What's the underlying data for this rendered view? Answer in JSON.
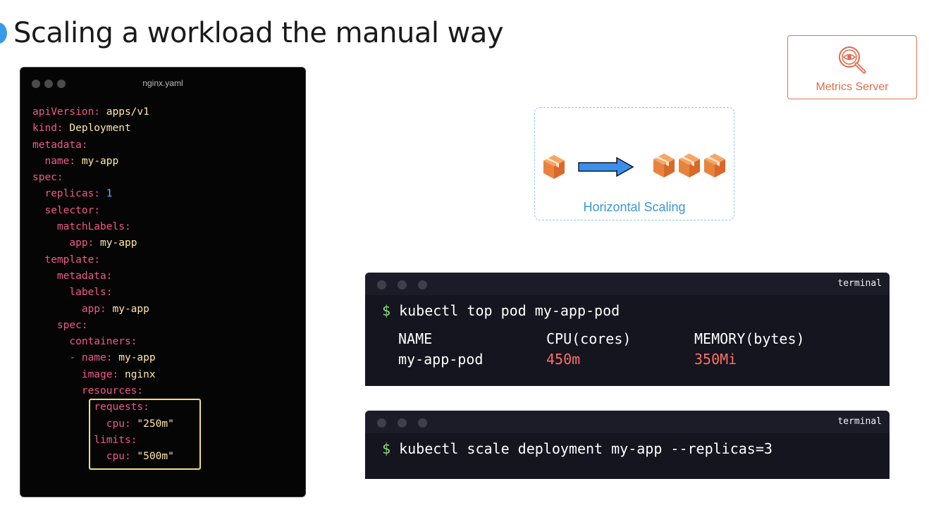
{
  "page": {
    "title": "Scaling a workload the manual way"
  },
  "editor": {
    "filename": "nginx.yaml",
    "lines": [
      {
        "indent": "",
        "key": "apiVersion:",
        "value": " apps/v1",
        "value_type": "string"
      },
      {
        "indent": "",
        "key": "kind:",
        "value": " Deployment",
        "value_type": "string"
      },
      {
        "indent": "",
        "key": "metadata:",
        "value": "",
        "value_type": "string"
      },
      {
        "indent": "  ",
        "key": "name:",
        "value": " my-app",
        "value_type": "string"
      },
      {
        "indent": "",
        "key": "spec:",
        "value": "",
        "value_type": "string"
      },
      {
        "indent": "  ",
        "key": "replicas:",
        "value": " 1",
        "value_type": "number"
      },
      {
        "indent": "  ",
        "key": "selector:",
        "value": "",
        "value_type": "string"
      },
      {
        "indent": "    ",
        "key": "matchLabels:",
        "value": "",
        "value_type": "string"
      },
      {
        "indent": "      ",
        "key": "app:",
        "value": " my-app",
        "value_type": "string"
      },
      {
        "indent": "  ",
        "key": "template:",
        "value": "",
        "value_type": "string"
      },
      {
        "indent": "    ",
        "key": "metadata:",
        "value": "",
        "value_type": "string"
      },
      {
        "indent": "      ",
        "key": "labels:",
        "value": "",
        "value_type": "string"
      },
      {
        "indent": "        ",
        "key": "app:",
        "value": " my-app",
        "value_type": "string"
      },
      {
        "indent": "    ",
        "key": "spec:",
        "value": "",
        "value_type": "string"
      },
      {
        "indent": "      ",
        "key": "containers:",
        "value": "",
        "value_type": "string"
      },
      {
        "indent": "      ",
        "key": "- name:",
        "value": " my-app",
        "value_type": "string"
      },
      {
        "indent": "        ",
        "key": "image:",
        "value": " nginx",
        "value_type": "string"
      },
      {
        "indent": "        ",
        "key": "resources:",
        "value": "",
        "value_type": "string"
      },
      {
        "indent": "          ",
        "key": "requests:",
        "value": "",
        "value_type": "string"
      },
      {
        "indent": "            ",
        "key": "cpu:",
        "value": " \"250m\"",
        "value_type": "string"
      },
      {
        "indent": "          ",
        "key": "limits:",
        "value": "",
        "value_type": "string"
      },
      {
        "indent": "            ",
        "key": "cpu:",
        "value": " \"500m\"",
        "value_type": "string"
      }
    ]
  },
  "metrics_server": {
    "label": "Metrics Server",
    "icon": "magnifier-eye-icon",
    "color": "#e06a4b"
  },
  "scaling": {
    "label": "Horizontal Scaling",
    "source_icon": "package-box-icon",
    "target_icons": [
      "package-box-icon",
      "package-box-icon",
      "package-box-icon"
    ],
    "arrow_color": "#3b8fe8"
  },
  "terminal_top": {
    "label": "terminal",
    "prompt": "$",
    "command": "kubectl top pod my-app-pod",
    "headers": [
      "NAME",
      "CPU(cores)",
      "MEMORY(bytes)"
    ],
    "row": [
      "my-app-pod",
      "450m",
      "350Mi"
    ]
  },
  "terminal_bottom": {
    "label": "terminal",
    "prompt": "$",
    "command": "kubectl scale deployment my-app --replicas=3"
  },
  "colors": {
    "yaml_key": "#f05a8a",
    "yaml_value": "#ffe9a8",
    "yaml_number": "#5fb4ff",
    "highlight": "#f4e07c",
    "usage_value": "#ff6f68",
    "prompt": "#86e07a"
  }
}
